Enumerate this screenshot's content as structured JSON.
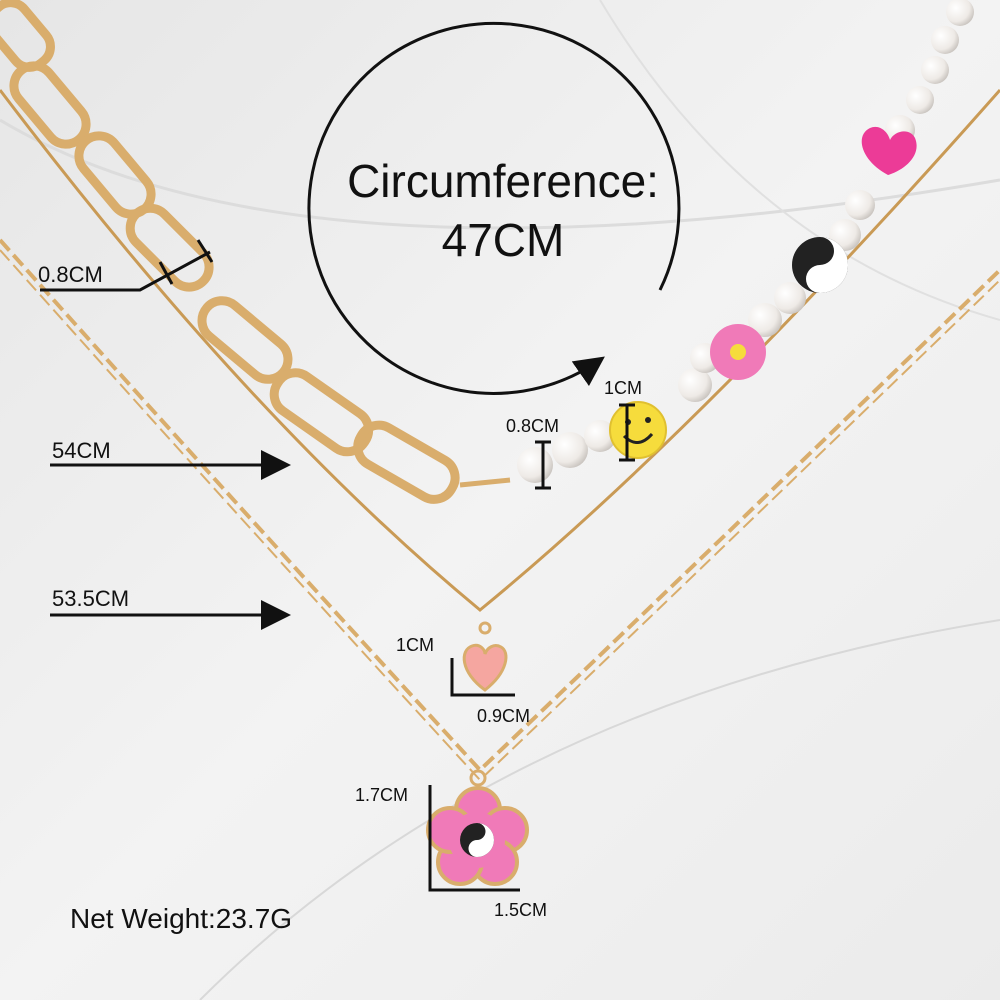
{
  "photo": {
    "circumference_label": "Circumference:",
    "circumference_value": "47CM",
    "link_width": "0.8CM",
    "box_chain_length": "54CM",
    "paperclip_chain_length": "53.5CM",
    "smiley_bead": "1CM",
    "pearl": "0.8CM",
    "heart_height": "1CM",
    "heart_width": "0.9CM",
    "flower_height": "1.7CM",
    "flower_width": "1.5CM",
    "net_weight": "Net Weight:23.7G"
  },
  "colors": {
    "background": "#eeeeee",
    "gold": "#d9ad6c",
    "pink_heart": "#f5a6a0",
    "hot_pink": "#ec3b97",
    "flower_pink": "#f07ab8",
    "smiley_yellow": "#f6dc3c"
  }
}
